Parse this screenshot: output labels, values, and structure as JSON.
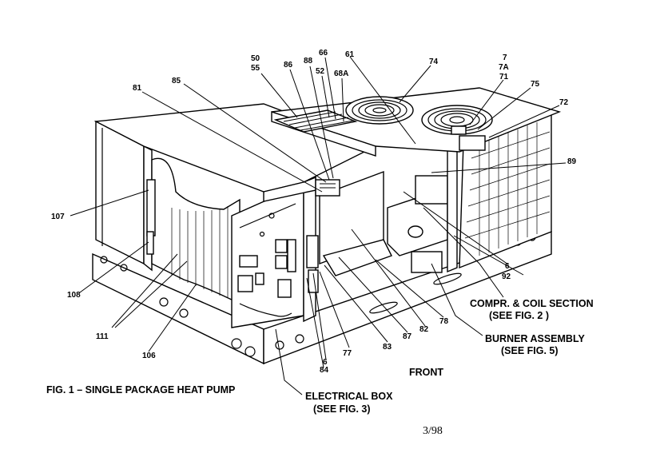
{
  "figure": {
    "caption": "FIG. 1 – SINGLE PACKAGE HEAT PUMP",
    "page_code": "3/98",
    "front_label": "FRONT"
  },
  "callouts": {
    "c50": "50",
    "c55": "55",
    "c86": "86",
    "c88": "88",
    "c66": "66",
    "c52": "52",
    "c68a": "68A",
    "c61": "61",
    "c74": "74",
    "c7": "7",
    "c7a": "7A",
    "c71": "71",
    "c75": "75",
    "c72": "72",
    "c81": "81",
    "c85": "85",
    "c89": "89",
    "c107": "107",
    "c108": "108",
    "c111": "111",
    "c106": "106",
    "c84": "84",
    "c6a": "6",
    "c77": "77",
    "c83": "83",
    "c87": "87",
    "c82": "82",
    "c78": "78",
    "c6b": "6",
    "c92": "92"
  },
  "sections": {
    "compr_coil_1": "COMPR. & COIL SECTION",
    "compr_coil_2": "(SEE FIG. 2 )",
    "burner_1": "BURNER ASSEMBLY",
    "burner_2": "(SEE FIG. 5)",
    "electrical_1": "ELECTRICAL BOX",
    "electrical_2": "(SEE FIG. 3)"
  }
}
